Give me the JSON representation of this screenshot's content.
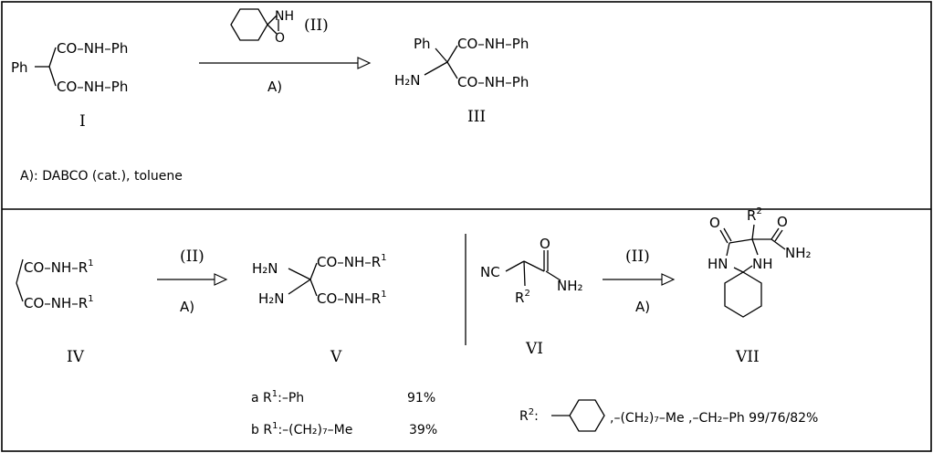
{
  "compounds": {
    "I": {
      "label": "I",
      "ph": "Ph",
      "top": "CO–NH–Ph",
      "bottom": "CO–NH–Ph"
    },
    "II": {
      "label": "(II)",
      "nh": "NH",
      "o": "O"
    },
    "III": {
      "label": "III",
      "ph": "Ph",
      "nh2": "H₂N",
      "top": "CO–NH–Ph",
      "bottom": "CO–NH–Ph"
    },
    "IV": {
      "label": "IV",
      "top": "CO–NH–R",
      "bottom": "CO–NH–R",
      "sup": "1"
    },
    "V": {
      "label": "V",
      "nh2a": "H₂N",
      "nh2b": "H₂N",
      "top": "CO–NH–R",
      "bottom": "CO–NH–R",
      "sup": "1"
    },
    "VI": {
      "label": "VI",
      "nc": "NC",
      "o": "O",
      "nh2": "NH₂",
      "r": "R",
      "sup": "2"
    },
    "VII": {
      "label": "VII",
      "o": "O",
      "r": "R",
      "sup": "2",
      "o2": "O",
      "hn": "HN",
      "nh": "NH",
      "nh2": "NH₂"
    }
  },
  "conditions": {
    "arrow1_top": "(II)",
    "arrow1_bottom": "A)",
    "arrow2_top": "(II)",
    "arrow2_bottom": "A)",
    "arrow3_top": "(II)",
    "arrow3_bottom": "A)",
    "footnote": "A):  DABCO (cat.),  toluene"
  },
  "yields": {
    "a_prefix": "a  R",
    "a_sup": "1",
    "a_group": ":–Ph",
    "a_yield": "91%",
    "b_prefix": "b  R",
    "b_sup": "1",
    "b_group": ":–(CH₂)₇–Me",
    "b_yield": "39%",
    "r2_prefix": "R",
    "r2_sup": "2",
    "r2_colon": ":",
    "r2_list": ",–(CH₂)₇–Me ,–CH₂–Ph  99/76/82%"
  }
}
